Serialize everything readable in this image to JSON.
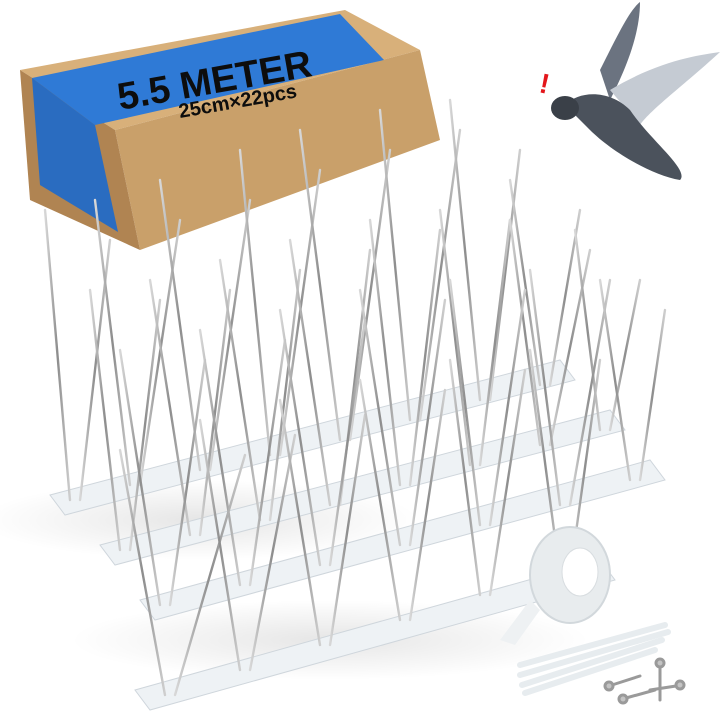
{
  "product": {
    "box_label": {
      "headline": "5.5 METER",
      "subline": "25cm×22pcs"
    },
    "alert_mark": "!",
    "colors": {
      "band_blue": "#2f7ad6",
      "cardboard": "#c9a06a",
      "cardboard_dark": "#b08452",
      "text": "#0d0d0d",
      "alert_red": "#e3161b",
      "pigeon": "#4b525c",
      "spike": "#a9a9a9"
    },
    "items": [
      "bird spikes",
      "cardboard box",
      "pigeon",
      "adhesive tape roll",
      "cable ties",
      "screws"
    ]
  }
}
